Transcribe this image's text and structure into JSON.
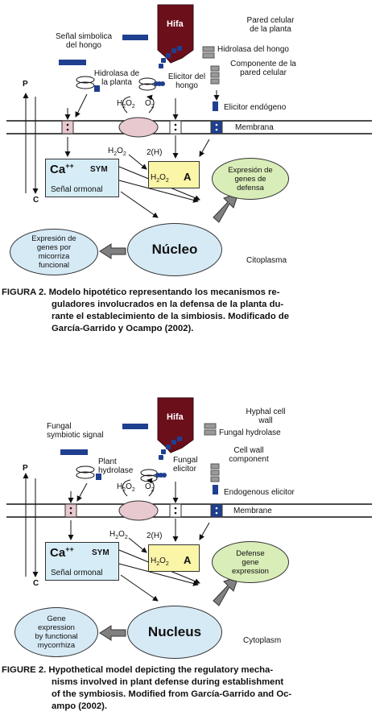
{
  "colors": {
    "hifa": "#6b0f1a",
    "membrane_protein_blue": "#1f3f8f",
    "receptor_pink": "#e8c9cf",
    "ca_box": "#d6edf7",
    "h2o2_box": "#fbf5a8",
    "defense_ellipse": "#d9edb8",
    "nucleus": "#d6eaf6",
    "arrow_gray": "#808080"
  },
  "panel_es": {
    "hifa": "Hifa",
    "pared_celular": "Pared celular\nde la planta",
    "hidrolasa_hongo": "Hidrolasa del hongo",
    "componente_pared": "Componente de la\npared celular",
    "elicitor_endogeno": "Elicitor endógeno",
    "senal_simbolica": "Señal simbolica\ndel hongo",
    "hidrolasa_planta": "Hidrolasa de\nla planta",
    "elicitor_hongo": "Elicitor del\nhongo",
    "membrana": "Membrana",
    "h2o2_top": "H2O2",
    "o2": "O2",
    "h2o2_mid": "H2O2",
    "two_h": "2(H)",
    "ca": "Ca",
    "ca_sup": "++",
    "sym": "SYM",
    "senal_ormonal": "Señal ormonal",
    "h2o2_box": "H2O2",
    "a": "A",
    "expresion_defensa": "Expresión de\ngenes de\ndefensa",
    "nucleo": "Núcleo",
    "expresion_micorriza": "Expresión de\ngenes por\nmicorriza\nfuncional",
    "citoplasma": "Citoplasma",
    "p": "P",
    "c": "C",
    "caption_head": "FIGURA 2. Modelo hipotético representando los mecanismos re-",
    "caption_body": "guladores involucrados en la defensa de la planta du-\nrante el establecimiento de la simbiosis. Modificado de\nGarcía-Garrido  y Ocampo (2002)."
  },
  "panel_en": {
    "hifa": "Hifa",
    "pared_celular": "Hyphal cell\nwall",
    "hidrolasa_hongo": "Fungal hydrolase",
    "componente_pared": "Cell wall\ncomponent",
    "elicitor_endogeno": "Endogenous elicitor",
    "senal_simbolica": "Fungal\nsymbiotic signal",
    "hidrolasa_planta": "Plant\nhydrolase",
    "elicitor_hongo": "Fungal\nelicitor",
    "membrana": "Membrane",
    "h2o2_top": "H2O2",
    "o2": "O2",
    "h2o2_mid": "H2O2",
    "two_h": "2(H)",
    "ca": "Ca",
    "ca_sup": "++",
    "sym": "SYM",
    "senal_ormonal": "Señal ormonal",
    "h2o2_box": "H2O2",
    "a": "A",
    "expresion_defensa": "Defense\ngene\nexpression",
    "nucleo": "Nucleus",
    "expresion_micorriza": "Gene\nexpression\nby functional\nmycorrhiza",
    "citoplasma": "Cytoplasm",
    "p": "P",
    "c": "C",
    "caption_head": "FIGURE 2. Hypothetical model depicting the regulatory mecha-",
    "caption_body": "nisms involved in plant defense during establishment\nof the symbiosis. Modified from García-Garrido and Oc-\nampo (2002)."
  }
}
